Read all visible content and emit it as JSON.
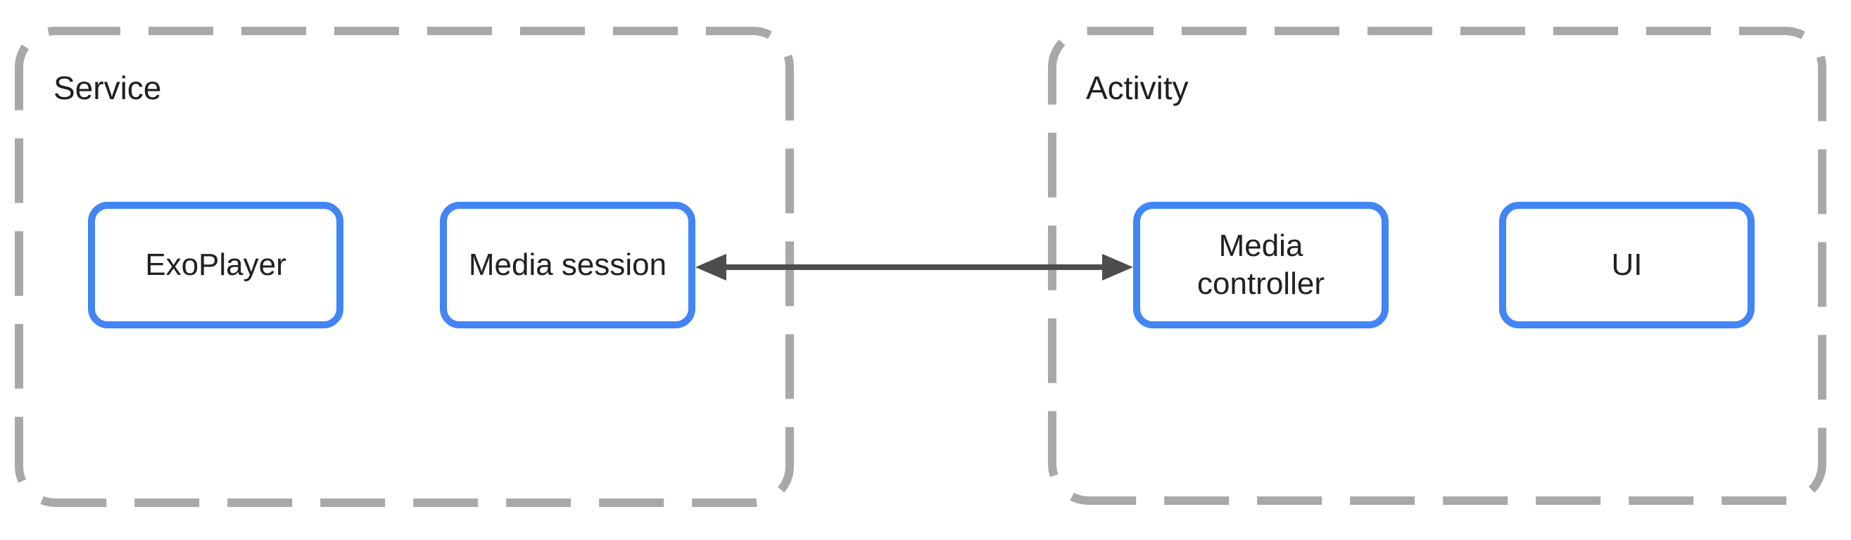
{
  "diagram": {
    "groups": [
      {
        "label": "Service",
        "boxes": [
          {
            "label": "ExoPlayer"
          },
          {
            "label": "Media session"
          }
        ]
      },
      {
        "label": "Activity",
        "boxes": [
          {
            "label": "Media\ncontroller"
          },
          {
            "label": "UI"
          }
        ]
      }
    ],
    "connection": {
      "from": "Media session",
      "to": "Media controller",
      "style": "double-headed-arrow"
    }
  },
  "colors": {
    "background": "#FFFFFF",
    "group_border": "#A8A8A8",
    "group_text": "#1F1F1F",
    "node_border": "#4285F4",
    "node_text": "#202124",
    "arrow": "#4D4D4D"
  }
}
